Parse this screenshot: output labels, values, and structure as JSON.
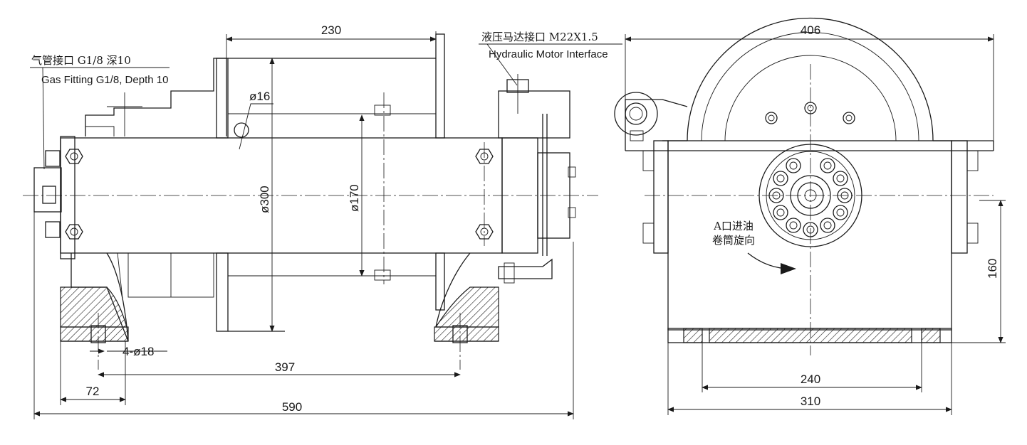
{
  "labels": {
    "gas_fitting_cn": "气管接口 G1/8 深10",
    "gas_fitting_en": "Gas Fitting G1/8, Depth 10",
    "hydraulic_cn": "液压马达接口 M22X1.5",
    "hydraulic_en": "Hydraulic Motor Interface",
    "oil_inlet_cn": "A口进油",
    "drum_rotation_cn": "卷筒旋向"
  },
  "dimensions": {
    "top_width": "230",
    "hole_dia": "ø16",
    "drum_dia": "ø300",
    "shaft_dia": "ø170",
    "mount_holes": "4-ø18",
    "hole_span": "397",
    "edge_offset": "72",
    "total_length": "590",
    "side_width": "406",
    "side_height": "160",
    "base_inner": "240",
    "base_outer": "310"
  }
}
